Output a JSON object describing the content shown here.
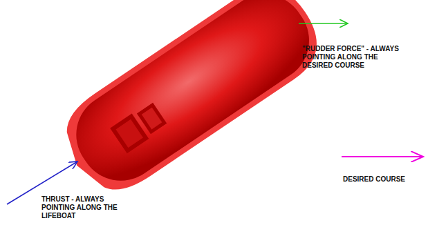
{
  "diagram": {
    "labels": [
      "\"RUDDER FORCE\" - ALWAYS POINTING ALONG THE DESIRED COURSE",
      "THRUST - ALWAYS POINTING ALONG THE LIFEBOAT",
      "DESIRED COURSE"
    ]
  }
}
